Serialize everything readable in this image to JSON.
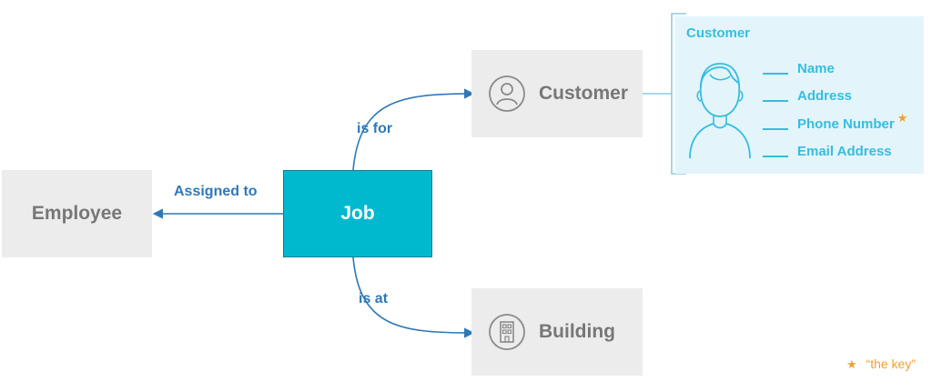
{
  "nodes": {
    "employee": "Employee",
    "job": "Job",
    "customer": "Customer",
    "building": "Building"
  },
  "edges": {
    "assigned_to": "Assigned to",
    "is_for": "is for",
    "is_at": "is at"
  },
  "customer_panel": {
    "title": "Customer",
    "fields": [
      "Name",
      "Address",
      "Phone Number",
      "Email Address"
    ],
    "key_marker": "★"
  },
  "legend": {
    "marker": "★",
    "text": "“the key”"
  },
  "icons": {
    "customer": "user-circle-icon",
    "building": "building-icon",
    "panel": "person-outline-icon"
  },
  "colors": {
    "job_fill": "#00b9cf",
    "node_fill": "#ececec",
    "node_text": "#777777",
    "edge_color": "#2f78b8",
    "panel_fill": "#e3f5fb",
    "panel_accent": "#35bde0",
    "key_color": "#f0a035"
  }
}
